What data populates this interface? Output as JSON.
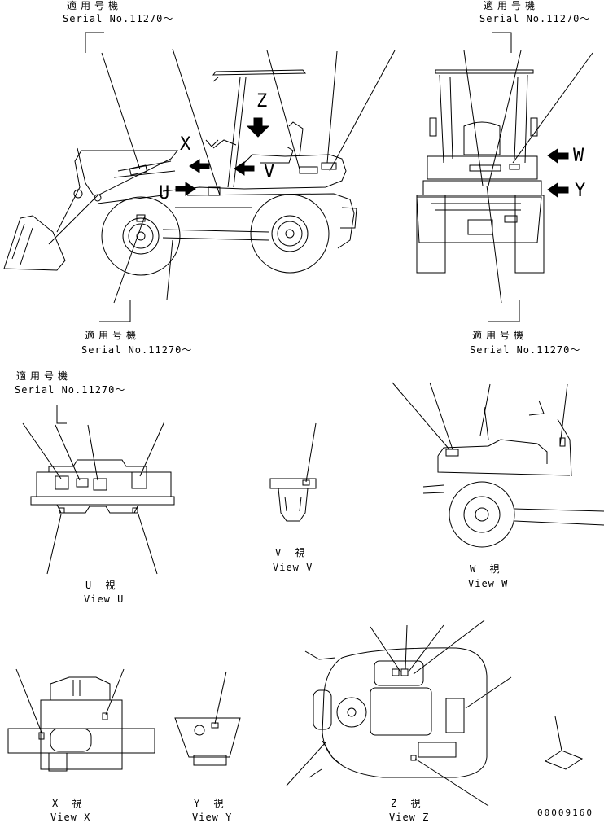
{
  "serial_labels": {
    "top_left": {
      "applicable": "適用号機",
      "serial": "Serial No.11270～"
    },
    "top_right": {
      "applicable": "適用号機",
      "serial": "Serial No.11270～"
    },
    "mid_left": {
      "applicable": "適用号機",
      "serial": "Serial No.11270～"
    },
    "mid_right": {
      "applicable": "適用号機",
      "serial": "Serial No.11270～"
    },
    "view_u_note": {
      "applicable": "適用号機",
      "serial": "Serial No.11270～"
    }
  },
  "view_markers": {
    "x": "X",
    "u": "U",
    "z": "Z",
    "v": "V",
    "w": "W",
    "y": "Y"
  },
  "views": {
    "u": {
      "jp": "U 視",
      "en": "View U"
    },
    "v": {
      "jp": "V 視",
      "en": "View V"
    },
    "w": {
      "jp": "W 視",
      "en": "View W"
    },
    "x": {
      "jp": "X 視",
      "en": "View X"
    },
    "y": {
      "jp": "Y 視",
      "en": "View Y"
    },
    "z": {
      "jp": "Z 視",
      "en": "View Z"
    }
  },
  "drawing_number": "00009160"
}
